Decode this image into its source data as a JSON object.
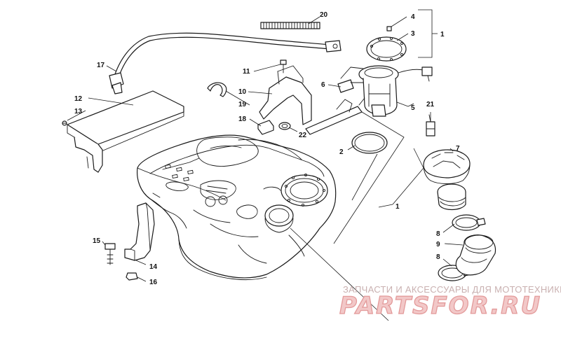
{
  "callouts": [
    {
      "id": "c1a",
      "label": "1"
    },
    {
      "id": "c1b",
      "label": "1"
    },
    {
      "id": "c2",
      "label": "2"
    },
    {
      "id": "c3",
      "label": "3"
    },
    {
      "id": "c4",
      "label": "4"
    },
    {
      "id": "c5",
      "label": "5"
    },
    {
      "id": "c6",
      "label": "6"
    },
    {
      "id": "c7",
      "label": "7"
    },
    {
      "id": "c8a",
      "label": "8"
    },
    {
      "id": "c8b",
      "label": "8"
    },
    {
      "id": "c9",
      "label": "9"
    },
    {
      "id": "c10",
      "label": "10"
    },
    {
      "id": "c11",
      "label": "11"
    },
    {
      "id": "c12",
      "label": "12"
    },
    {
      "id": "c13",
      "label": "13"
    },
    {
      "id": "c14",
      "label": "14"
    },
    {
      "id": "c15",
      "label": "15"
    },
    {
      "id": "c16",
      "label": "16"
    },
    {
      "id": "c17",
      "label": "17"
    },
    {
      "id": "c18",
      "label": "18"
    },
    {
      "id": "c19",
      "label": "19"
    },
    {
      "id": "c20",
      "label": "20"
    },
    {
      "id": "c21",
      "label": "21"
    },
    {
      "id": "c22",
      "label": "22"
    }
  ],
  "watermark": {
    "subtitle": "ЗАПЧАСТИ И АКСЕССУАРЫ ДЛЯ МОТОТЕХНИКИ",
    "brand": "PARTSFOR.RU",
    "colors": {
      "brand_fill": "#f2c8c8",
      "brand_stroke": "#e39a9a",
      "subtitle": "#c9b0b0"
    }
  }
}
